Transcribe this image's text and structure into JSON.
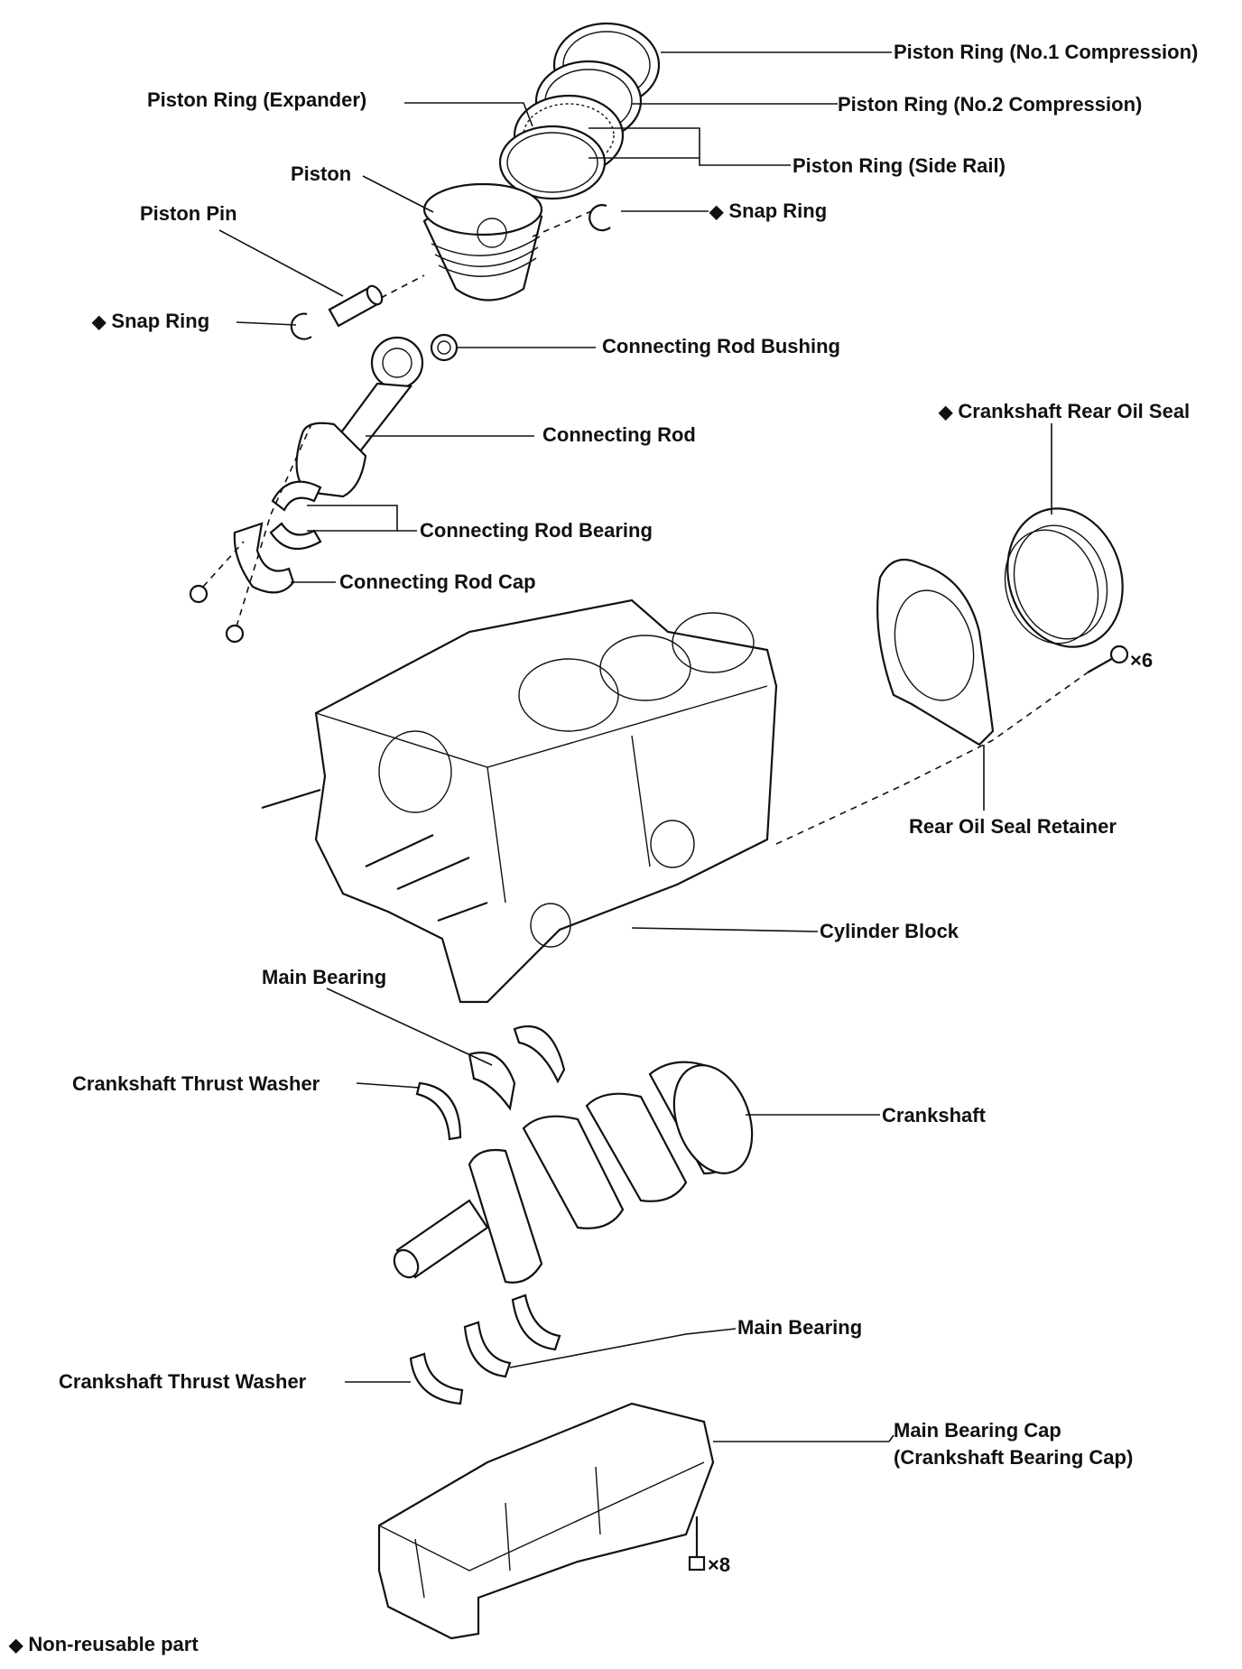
{
  "labels": {
    "ring1": "Piston Ring (No.1 Compression)",
    "ring2": "Piston Ring (No.2 Compression)",
    "expander": "Piston Ring (Expander)",
    "side_rail": "Piston Ring (Side Rail)",
    "piston": "Piston",
    "piston_pin": "Piston Pin",
    "snap_ring_right": "Snap Ring",
    "snap_ring_left": "Snap Ring",
    "rod_bushing": "Connecting Rod Bushing",
    "rear_oil_seal": "Crankshaft Rear Oil Seal",
    "connecting_rod": "Connecting Rod",
    "rod_bearing": "Connecting Rod Bearing",
    "rod_cap": "Connecting Rod Cap",
    "seal_bolt_qty": "×6",
    "seal_retainer": "Rear Oil Seal Retainer",
    "cylinder_block": "Cylinder Block",
    "main_bearing_upper": "Main Bearing",
    "thrust_washer_upper": "Crankshaft Thrust Washer",
    "crankshaft": "Crankshaft",
    "main_bearing_lower": "Main Bearing",
    "thrust_washer_lower": "Crankshaft Thrust Washer",
    "main_cap_line1": "Main Bearing Cap",
    "main_cap_line2": "(Crankshaft Bearing Cap)",
    "cap_bolt_qty": "×8",
    "legend": "Non-reusable part"
  },
  "symbols": {
    "non_reusable": "◆"
  }
}
